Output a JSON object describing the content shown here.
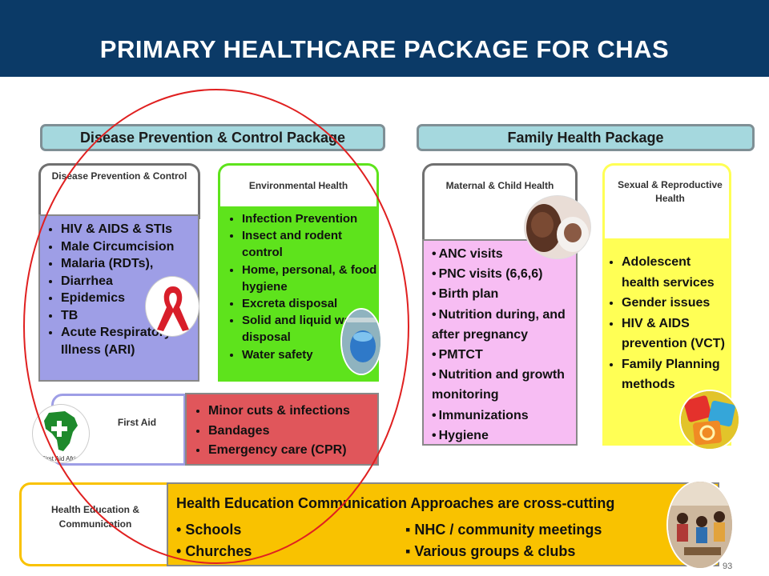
{
  "title": "PRIMARY HEALTHCARE PACKAGE FOR CHAS",
  "packages": {
    "disease_prevention": "Disease Prevention & Control Package",
    "family_health": "Family Health Package"
  },
  "cards": {
    "disease": {
      "header": "Disease Prevention & Control",
      "items": [
        "HIV & AIDS & STIs",
        "Male Circumcision",
        "Malaria (RDTs),",
        "Diarrhea",
        "Epidemics",
        "TB",
        "Acute Respiratory Illness (ARI)"
      ]
    },
    "environmental": {
      "header": "Environmental Health",
      "items": [
        "Infection Prevention",
        "Insect and rodent control",
        "Home, personal, & food hygiene",
        "Excreta disposal",
        "Solid and liquid waste disposal",
        "Water safety"
      ]
    },
    "maternal": {
      "header": "Maternal & Child Health",
      "items": [
        "ANC visits",
        "PNC visits (6,6,6)",
        "Birth plan",
        "Nutrition during, and after pregnancy",
        "PMTCT",
        "Nutrition and growth monitoring",
        "Immunizations",
        "Hygiene"
      ]
    },
    "sexual": {
      "header": "Sexual & Reproductive Health",
      "items": [
        "Adolescent health services",
        "Gender issues",
        "HIV & AIDS prevention (VCT)",
        "Family Planning methods"
      ]
    },
    "first_aid": {
      "header": "First Aid",
      "logo_text": "First Aid Africa",
      "items": [
        "Minor cuts & infections",
        "Bandages",
        "Emergency care (CPR)"
      ]
    },
    "health_ed": {
      "header": "Health Education & Communication",
      "headline": "Health Education Communication Approaches are cross-cutting",
      "left": [
        "Schools",
        "Churches"
      ],
      "right": [
        "NHC / community meetings",
        "Various groups & clubs"
      ]
    }
  },
  "page_number": "93",
  "colors": {
    "header_bg": "#0b3a67",
    "package_bg": "#a5d8de",
    "disease_body": "#9e9ee6",
    "environmental_body": "#5ee31c",
    "maternal_body": "#f7bdf3",
    "sexual_body": "#ffff55",
    "first_aid_body": "#e0565b",
    "health_ed_body": "#f9c200",
    "highlight_ellipse": "#e02020"
  }
}
